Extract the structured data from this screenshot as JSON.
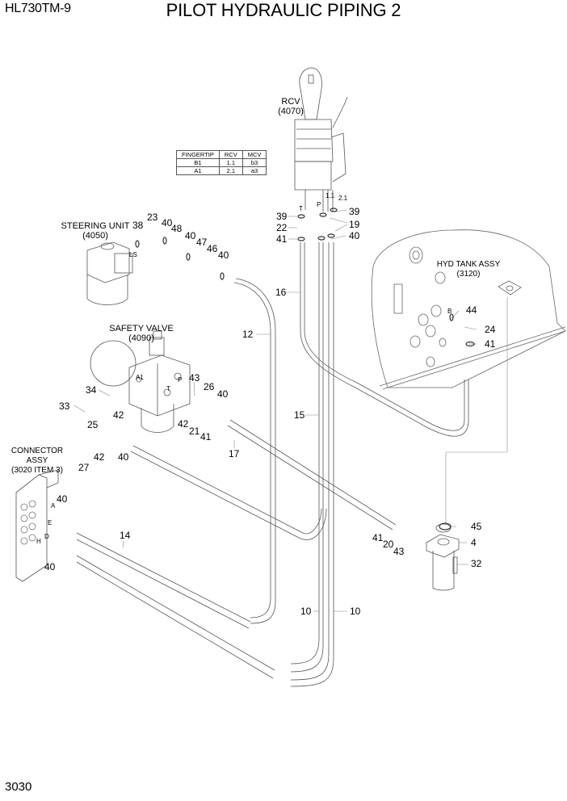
{
  "header": {
    "model": "HL730TM-9",
    "title": "PILOT HYDRAULIC PIPING 2"
  },
  "footer": {
    "page_number": "3030"
  },
  "assemblies": {
    "rcv": {
      "name": "RCV",
      "ref": "(4070)"
    },
    "steering_unit": {
      "name": "STEERING UNIT",
      "ref": "(4050)"
    },
    "safety_valve": {
      "name": "SAFETY VALVE",
      "ref": "(4090)"
    },
    "connector_assy": {
      "name": "CONNECTOR ASSY",
      "ref": "(3020 ITEM 3)"
    },
    "hyd_tank_assy": {
      "name": "HYD TANK ASSY",
      "ref": "(3120)"
    }
  },
  "fingertip_table": {
    "headers": [
      "FINGERTIP",
      "RCV",
      "MCV"
    ],
    "rows": [
      [
        "B1",
        "1.1",
        "b3"
      ],
      [
        "A1",
        "2.1",
        "a3"
      ]
    ]
  },
  "port_labels": {
    "rcv_t": "T",
    "rcv_p": "P",
    "rcv_11": "1.1",
    "rcv_21": "2.1",
    "steering_ls": "LS",
    "sv_a1": "A1",
    "sv_p": "P",
    "sv_t": "T",
    "conn_a": "A",
    "conn_e": "E",
    "conn_d": "D",
    "conn_h": "H",
    "tank_b": "B"
  },
  "callouts": {
    "c39a": "39",
    "c22": "22",
    "c41a": "41",
    "c39b": "39",
    "c19": "19",
    "c40a": "40",
    "c38": "38",
    "c23": "23",
    "c40b": "40",
    "c48": "48",
    "c40c": "40",
    "c47": "47",
    "c46": "46",
    "c40d": "40",
    "c16": "16",
    "c12": "12",
    "c15": "15",
    "c34": "34",
    "c33": "33",
    "c43a": "43",
    "c26": "26",
    "c40e": "40",
    "c42a": "42",
    "c25": "25",
    "c42b": "42",
    "c21": "21",
    "c41b": "41",
    "c17": "17",
    "c42c": "42",
    "c40f": "40",
    "c27": "27",
    "c40g": "40",
    "c14": "14",
    "c40h": "40",
    "c44": "44",
    "c24": "24",
    "c41c": "41",
    "c45": "45",
    "c4": "4",
    "c32": "32",
    "c41d": "41",
    "c20": "20",
    "c43b": "43",
    "c10a": "10",
    "c10b": "10"
  }
}
